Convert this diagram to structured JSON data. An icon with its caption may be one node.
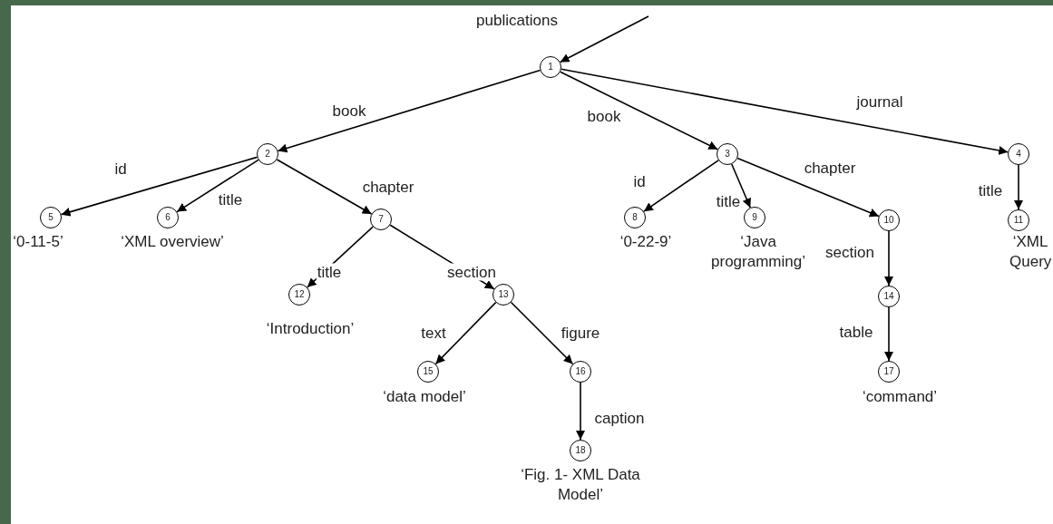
{
  "diagram": {
    "nodes": [
      {
        "text": [
          "1"
        ]
      },
      {
        "text": [
          "2"
        ]
      },
      {
        "text": [
          "3"
        ]
      },
      {
        "text": [
          "4"
        ]
      },
      {
        "text": [
          "5"
        ],
        "beside": [
          "‘0-11-5’"
        ]
      },
      {
        "text": [
          "6"
        ],
        "beside": [
          "‘XML overview’"
        ]
      },
      {
        "text": [
          "7"
        ]
      },
      {
        "text": [
          "8"
        ],
        "beside": [
          "‘0-22-9’"
        ]
      },
      {
        "text": [
          "9"
        ],
        "beside": [
          "‘Java programming’"
        ]
      },
      {
        "text": [
          "10"
        ]
      },
      {
        "text": [
          "11"
        ],
        "beside": [
          "‘XML Query"
        ]
      },
      {
        "text": [
          "12"
        ],
        "beside": [
          "‘Introduction’"
        ]
      },
      {
        "text": [
          "13"
        ]
      },
      {
        "text": [
          "14"
        ]
      },
      {
        "text": [
          "15"
        ],
        "beside": [
          "‘data model’"
        ]
      },
      {
        "text": [
          "16"
        ]
      },
      {
        "text": [
          "17"
        ],
        "beside": [
          "‘command’"
        ]
      },
      {
        "text": [
          "18"
        ],
        "beside": [
          "‘Fig. 1- XML Data Model’"
        ]
      }
    ],
    "edges": [
      {
        "from": null,
        "to": 0,
        "arrow": "to",
        "label": "publications"
      },
      {
        "from": 0,
        "to": 1,
        "arrow": "to",
        "label": "book"
      },
      {
        "from": 0,
        "to": 2,
        "arrow": "to",
        "label": "book"
      },
      {
        "from": 0,
        "to": 3,
        "arrow": "to",
        "label": "journal"
      },
      {
        "from": 1,
        "to": 4,
        "arrow": "to",
        "label": "id"
      },
      {
        "from": 1,
        "to": 5,
        "arrow": "to",
        "label": "title"
      },
      {
        "from": 1,
        "to": 6,
        "arrow": "to",
        "label": "chapter"
      },
      {
        "from": 2,
        "to": 7,
        "arrow": "to",
        "label": "id"
      },
      {
        "from": 2,
        "to": 8,
        "arrow": "to",
        "label": "title"
      },
      {
        "from": 2,
        "to": 9,
        "arrow": "to",
        "label": "chapter"
      },
      {
        "from": 3,
        "to": 10,
        "arrow": "to",
        "label": "title"
      },
      {
        "from": 6,
        "to": 11,
        "arrow": "to",
        "label": "title"
      },
      {
        "from": 6,
        "to": 12,
        "arrow": "to",
        "label": "section"
      },
      {
        "from": 9,
        "to": 13,
        "arrow": "to",
        "label": "section"
      },
      {
        "from": 13,
        "to": 16,
        "arrow": "to",
        "label": "table"
      },
      {
        "from": 12,
        "to": 14,
        "arrow": "to",
        "label": "text"
      },
      {
        "from": 12,
        "to": 15,
        "arrow": "to",
        "label": "figure"
      },
      {
        "from": 15,
        "to": 17,
        "arrow": "to",
        "label": "caption"
      }
    ]
  }
}
